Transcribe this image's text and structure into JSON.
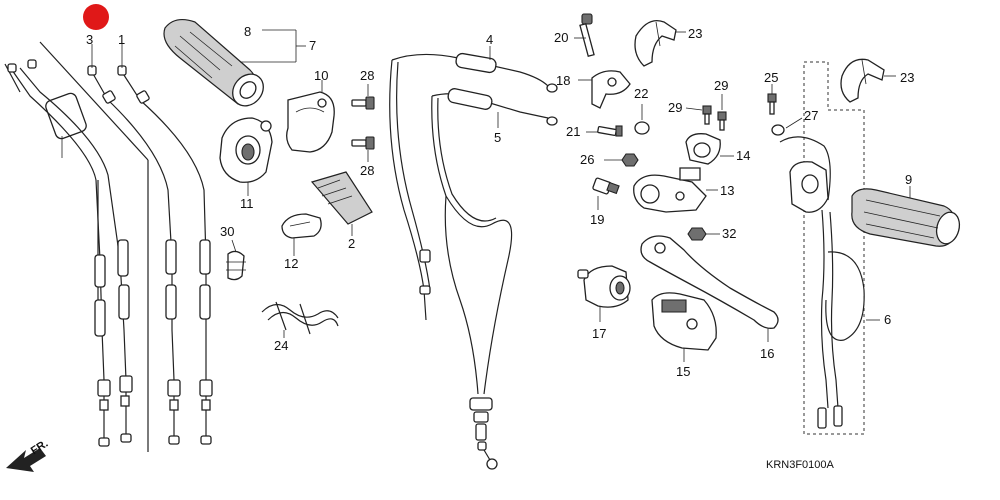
{
  "callouts": {
    "c1": "1",
    "c2": "2",
    "c3": "3",
    "c4": "4",
    "c5": "5",
    "c6": "6",
    "c7": "7",
    "c8": "8",
    "c9": "9",
    "c10": "10",
    "c11": "11",
    "c12": "12",
    "c13": "13",
    "c14": "14",
    "c15": "15",
    "c16": "16",
    "c17": "17",
    "c18": "18",
    "c19": "19",
    "c20": "20",
    "c21": "21",
    "c22": "22",
    "c23a": "23",
    "c23b": "23",
    "c24": "24",
    "c25": "25",
    "c26": "26",
    "c27": "27",
    "c28a": "28",
    "c28b": "28",
    "c29a": "29",
    "c29b": "29",
    "c30": "30",
    "c32": "32"
  },
  "direction_label": "FR.",
  "diagram_code": "KRN3F0100A",
  "colors": {
    "marker": "#e01818",
    "line": "#222222",
    "shade": "#cfcfcf"
  }
}
